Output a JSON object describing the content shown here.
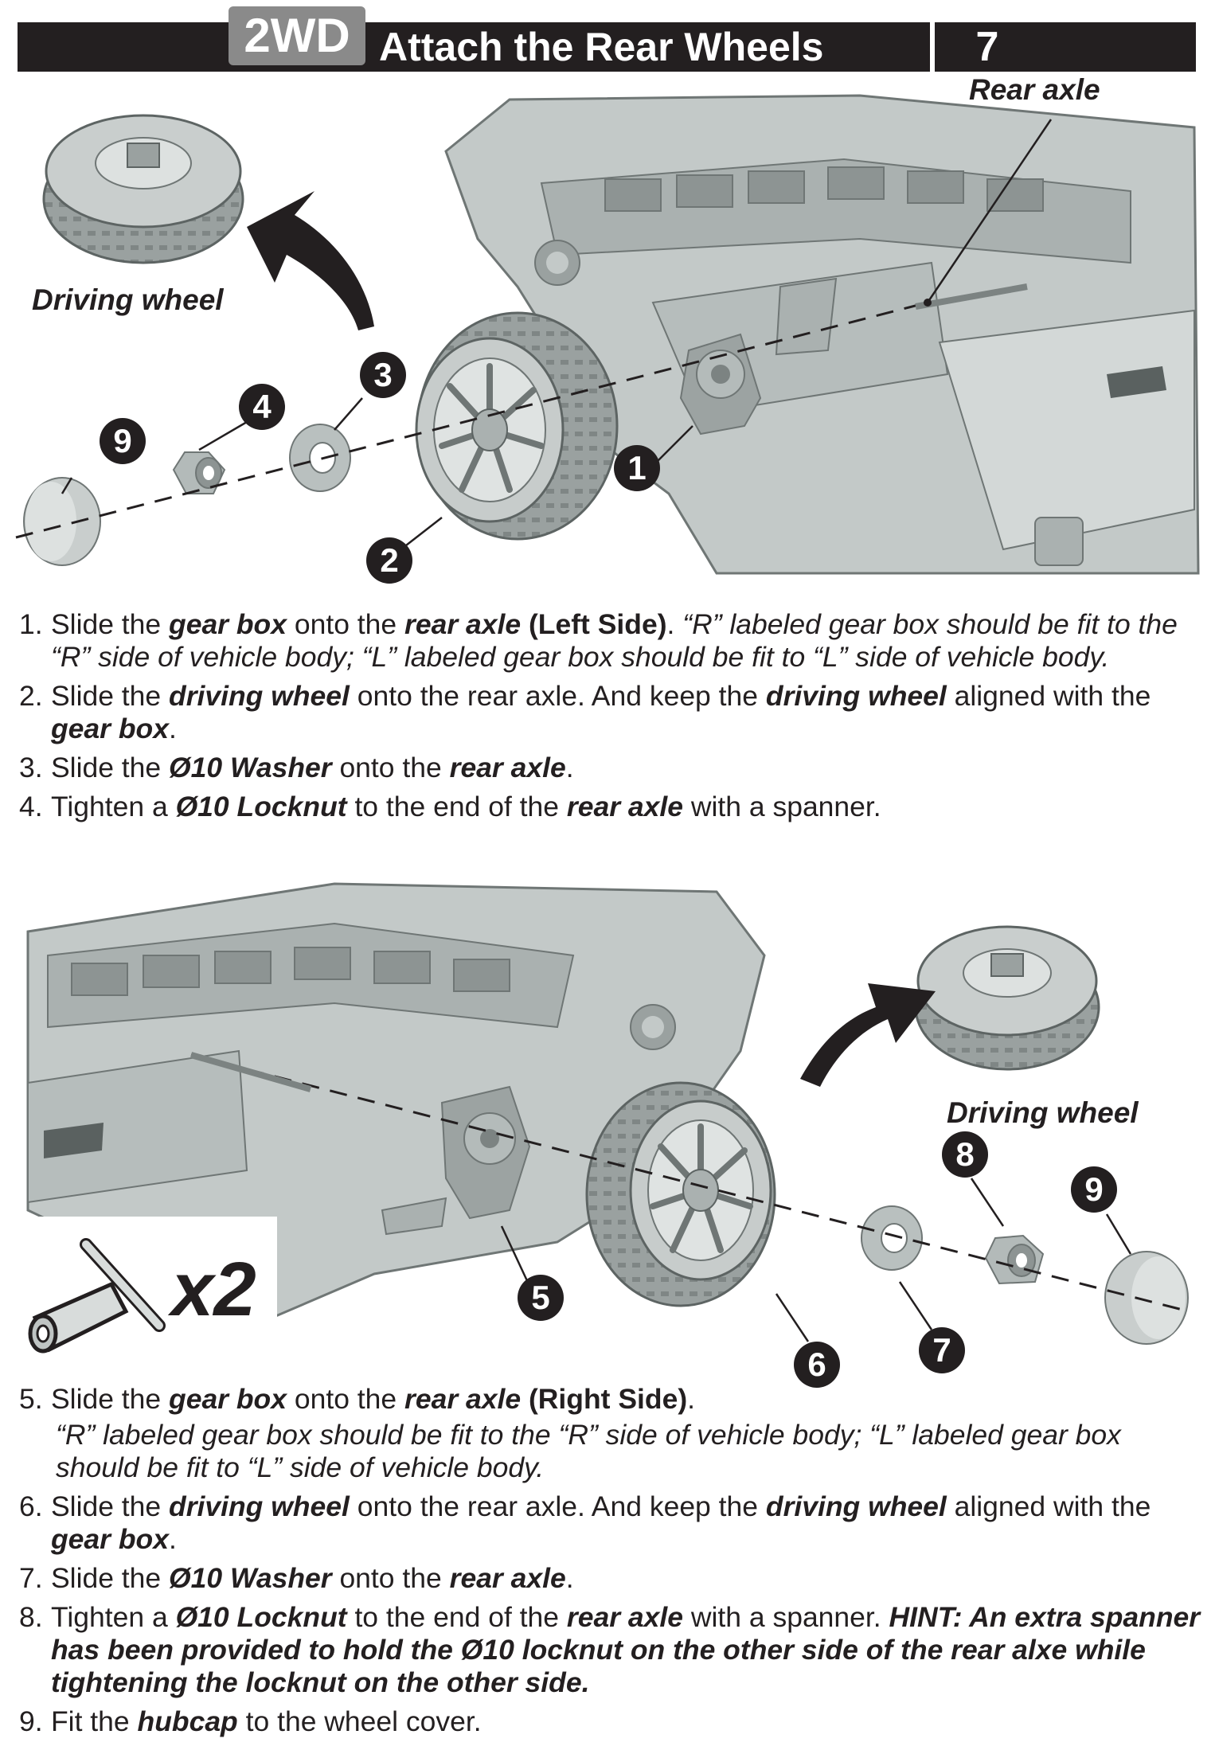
{
  "header": {
    "badge": "2WD",
    "title": "Attach the Rear Wheels",
    "step": "7"
  },
  "top_figure": {
    "label_rear_axle": "Rear axle",
    "label_driving_wheel": "Driving wheel",
    "callouts": [
      "9",
      "4",
      "3",
      "2",
      "1"
    ]
  },
  "top_steps": [
    {
      "n": "1.",
      "a": "Slide the ",
      "b": "gear box",
      "c": " onto the ",
      "d": "rear axle",
      "e": " (Left Side)",
      "f": ". ",
      "g": "“R” labeled gear box should be fit to the “R” side of vehicle body; “L” labeled gear box should be fit to “L” side of vehicle body."
    },
    {
      "n": "2.",
      "a": "Slide the ",
      "b": "driving wheel",
      "c": " onto the rear axle. And keep the ",
      "d": "driving wheel",
      "e": " aligned with the ",
      "f": "gear box",
      "g": "."
    },
    {
      "n": "3.",
      "a": "Slide the ",
      "b": "Ø10 Washer",
      "c": " onto the ",
      "d": "rear axle",
      "e": "."
    },
    {
      "n": "4.",
      "a": "Tighten a ",
      "b": "Ø10 Locknut",
      "c": " to the end of the ",
      "d": "rear axle",
      "e": " with a spanner."
    }
  ],
  "bottom_figure": {
    "label_driving_wheel": "Driving wheel",
    "tool_count": "x2",
    "callouts": [
      "5",
      "6",
      "7",
      "8",
      "9"
    ]
  },
  "bottom_steps": [
    {
      "n": "5.",
      "a": "Slide the ",
      "b": "gear box",
      "c": " onto the ",
      "d": "rear axle",
      "e": " (Right Side)",
      "f": ".",
      "g": "“R” labeled gear box should be fit to the “R” side of vehicle body; “L” labeled gear box should be fit to “L”  side of vehicle body."
    },
    {
      "n": "6.",
      "a": "Slide the ",
      "b": "driving wheel",
      "c": " onto the rear axle. And keep the ",
      "d": "driving wheel",
      "e": " aligned with the ",
      "f": "gear box",
      "g": "."
    },
    {
      "n": "7.",
      "a": "Slide the ",
      "b": "Ø10 Washer",
      "c": " onto the ",
      "d": "rear axle",
      "e": "."
    },
    {
      "n": "8.",
      "a": "Tighten a ",
      "b": "Ø10 Locknut",
      "c": " to the end of the ",
      "d": "rear axle",
      "e": " with a spanner. ",
      "f": "HINT: An extra spanner has been provided to hold the Ø10 locknut on the other side of the rear alxe while tightening the locknut on the other side."
    },
    {
      "n": "9.",
      "a": "Fit the ",
      "b": "hubcap",
      "c": " to the wheel cover."
    }
  ]
}
